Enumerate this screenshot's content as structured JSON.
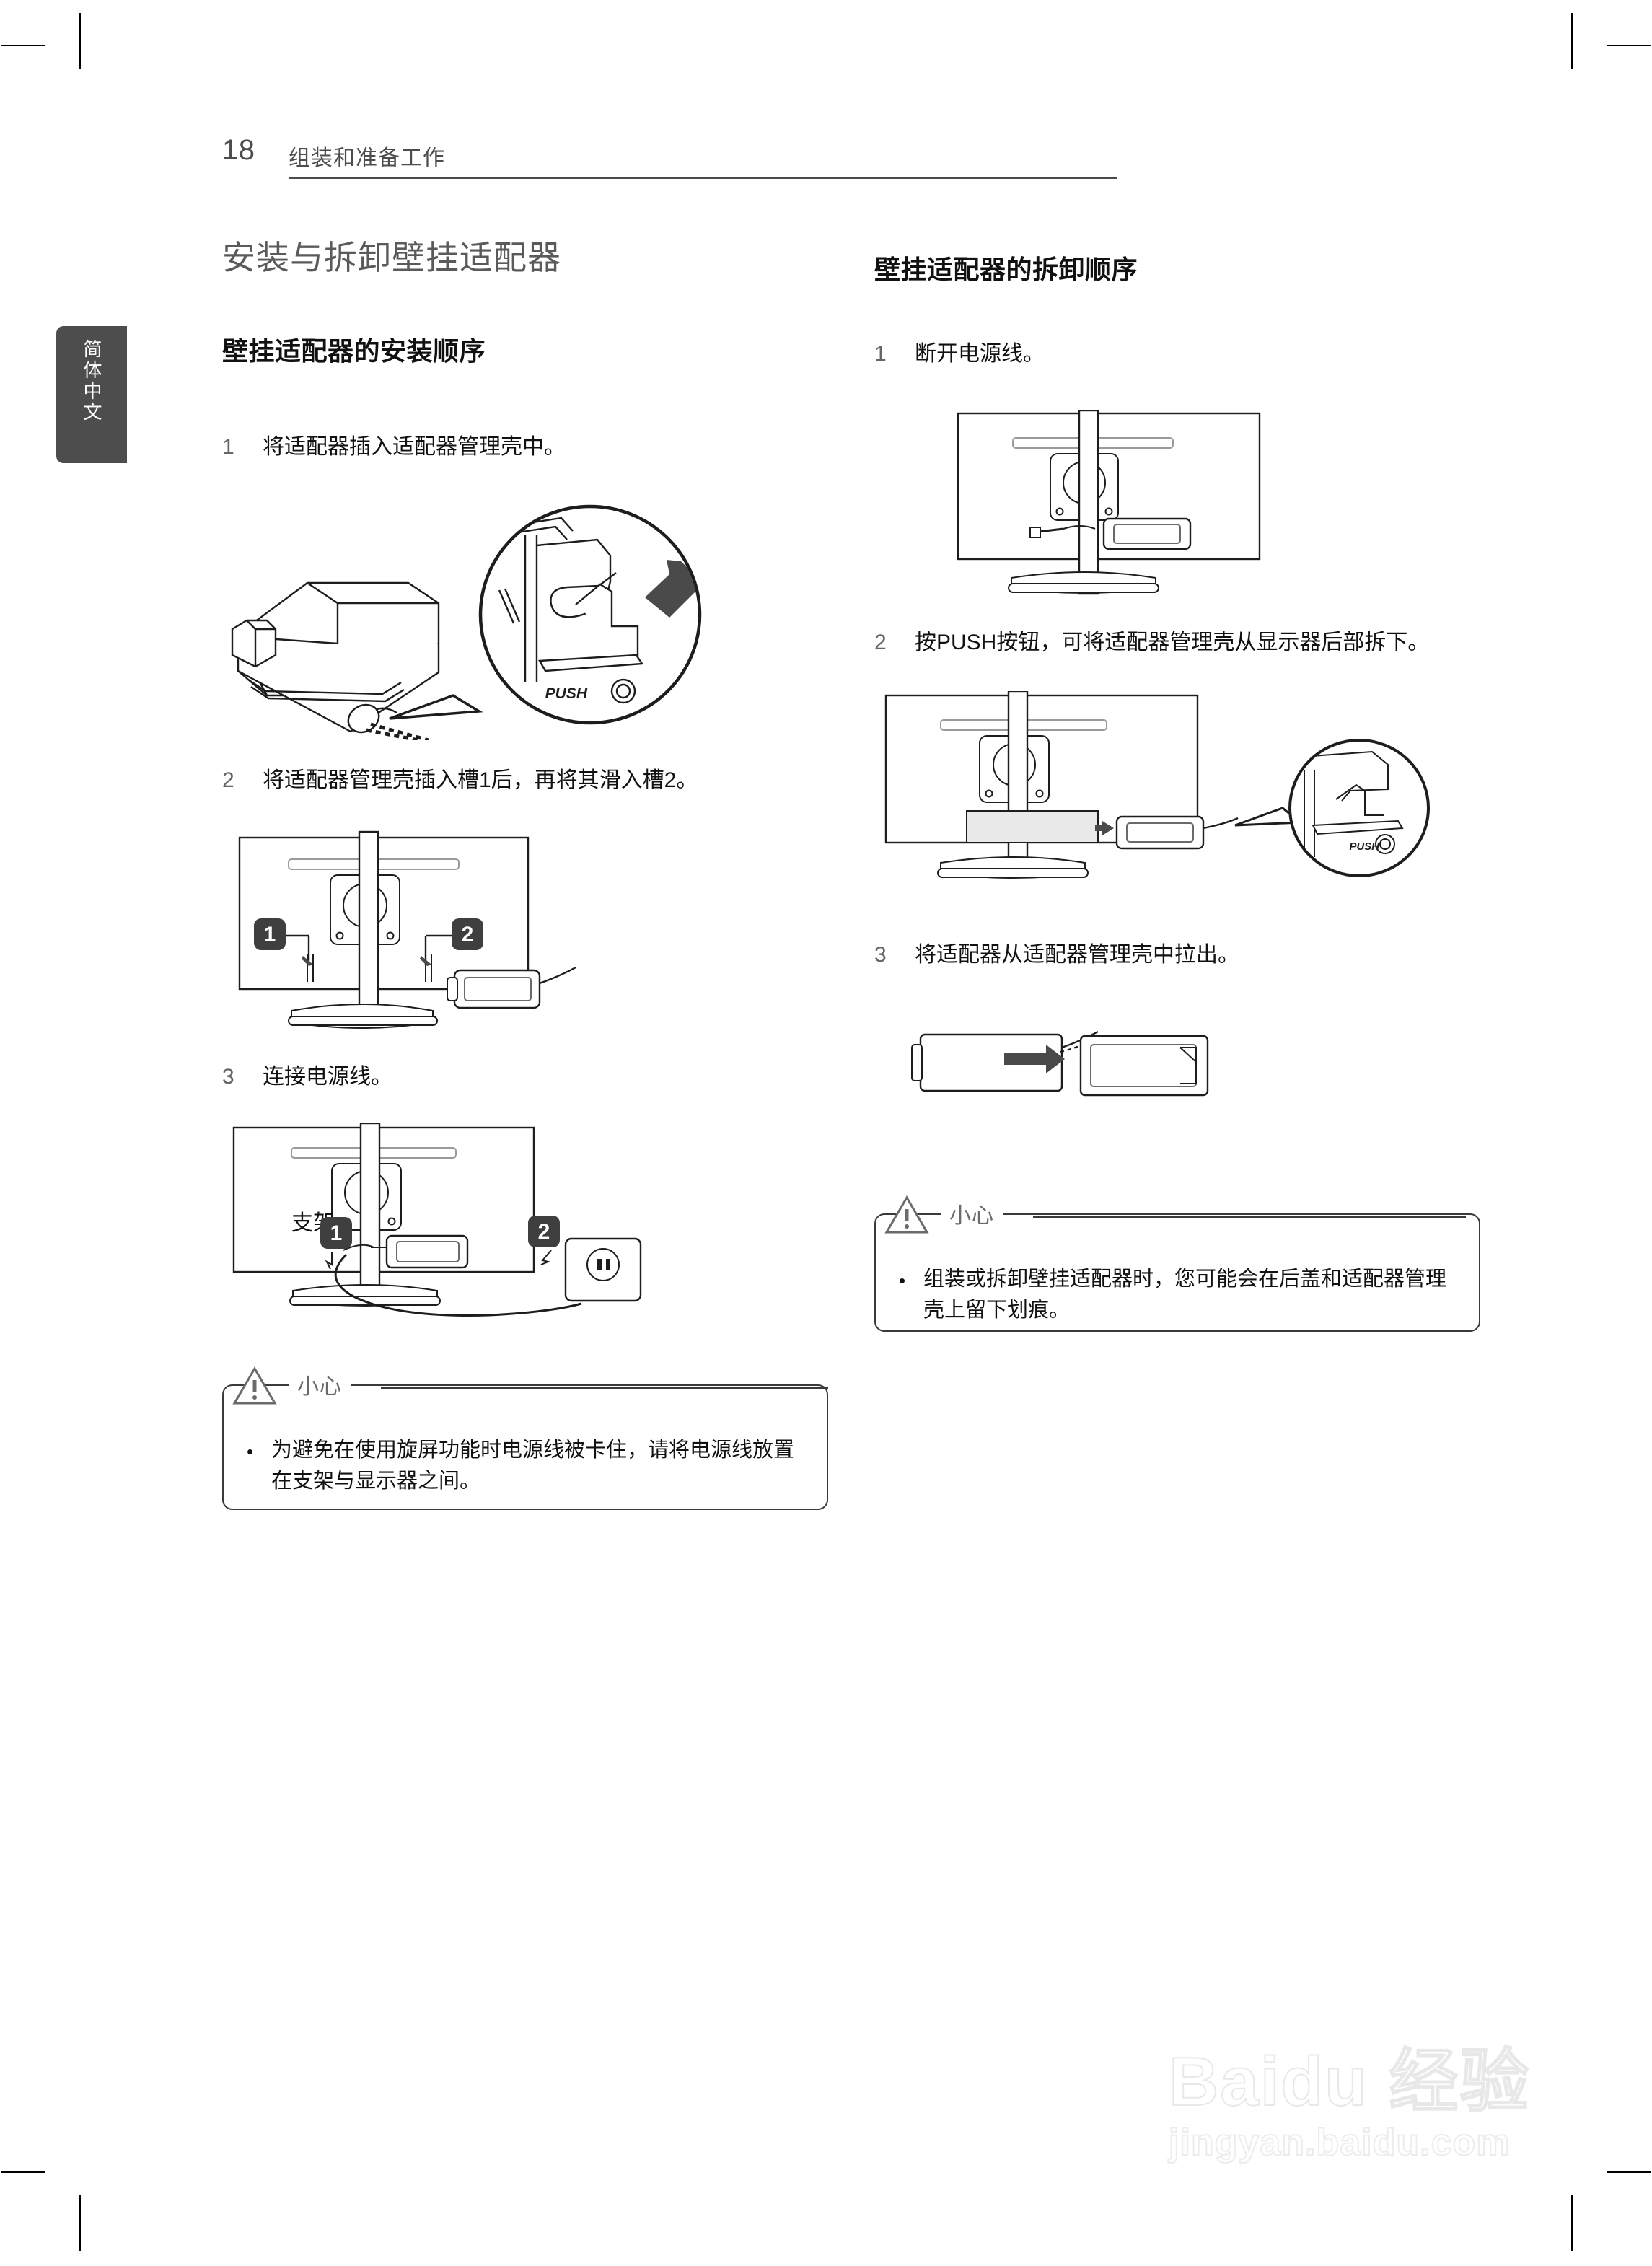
{
  "header": {
    "page_number": "18",
    "title": "组装和准备工作"
  },
  "language_tab": {
    "label": "简体中文"
  },
  "left_column": {
    "main_title": "安装与拆卸壁挂适配器",
    "sub_title": "壁挂适配器的安装顺序",
    "steps": [
      {
        "num": "1",
        "text": "将适配器插入适配器管理壳中。"
      },
      {
        "num": "2",
        "text": "将适配器管理壳插入槽1后，再将其滑入槽2。"
      },
      {
        "num": "3",
        "text": "连接电源线。"
      }
    ],
    "figure1": {
      "callout_label": "PUSH"
    },
    "figure2": {
      "badge1": "1",
      "badge2": "2"
    },
    "figure3": {
      "stand_label": "支架",
      "badge1": "1",
      "badge2": "2"
    },
    "caution": {
      "caption": "小心",
      "bullet": "•",
      "text": "为避免在使用旋屏功能时电源线被卡住，请将电源线放置在支架与显示器之间。"
    }
  },
  "right_column": {
    "sub_title": "壁挂适配器的拆卸顺序",
    "steps": [
      {
        "num": "1",
        "text": "断开电源线。"
      },
      {
        "num": "2",
        "text": "按PUSH按钮，可将适配器管理壳从显示器后部拆下。"
      },
      {
        "num": "3",
        "text": "将适配器从适配器管理壳中拉出。"
      }
    ],
    "figure2": {
      "callout_label": "PUSH"
    },
    "caution": {
      "caption": "小心",
      "bullet": "•",
      "text": "组装或拆卸壁挂适配器时，您可能会在后盖和适配器管理壳上留下划痕。"
    }
  },
  "watermark": {
    "main": "Baidu 经验",
    "sub": "jingyan.baidu.com"
  },
  "colors": {
    "tab_background": "#4d4d4d",
    "title_gray": "#5a5a5a",
    "body_black": "#111111",
    "rule_gray": "#4a4a4a",
    "badge_dark": "#3f3f3f"
  }
}
